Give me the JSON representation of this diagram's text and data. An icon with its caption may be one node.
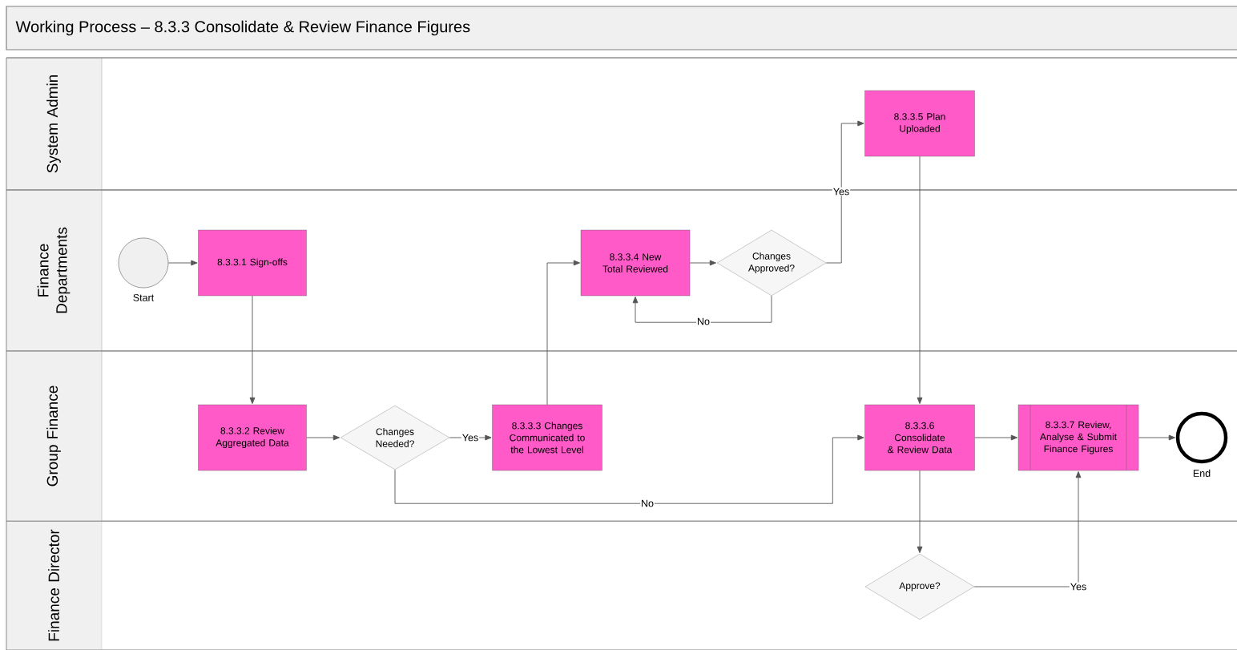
{
  "diagram": {
    "title": "Working Process – 8.3.3 Consolidate & Review Finance Figures",
    "nodes": [
      {
        "text": [
          "System Admin"
        ]
      },
      {
        "text": [
          "Finance Departments"
        ]
      },
      {
        "text": [
          "Group Finance"
        ]
      },
      {
        "text": [
          "Finance Director"
        ]
      },
      {
        "text": [],
        "shape": "circle",
        "beside": [
          "Start"
        ],
        "in": 1
      },
      {
        "text": [
          "8.3.3.1 Sign-offs"
        ],
        "in": 1
      },
      {
        "text": [
          "8.3.3.2 Review Aggregated Data"
        ],
        "in": 2
      },
      {
        "text": [
          "Changes Needed?"
        ],
        "in": 2
      },
      {
        "text": [
          "8.3.3.3 Changes Communicated to the Lowest Level"
        ],
        "in": 2
      },
      {
        "text": [
          "8.3.3.4 New Total Reviewed"
        ],
        "in": 1
      },
      {
        "text": [
          "Changes Approved?"
        ],
        "in": 1
      },
      {
        "text": [
          "8.3.3.5 Plan Uploaded"
        ],
        "in": 0
      },
      {
        "text": [
          "8.3.3.6 Consolidate & Review Data"
        ],
        "in": 2
      },
      {
        "text": [
          "8.3.3.7 Review, Analyse & Submit Finance Figures"
        ],
        "in": 2
      },
      {
        "text": [],
        "shape": "circle",
        "beside": [
          "End"
        ],
        "in": 2
      },
      {
        "text": [
          "Approve?"
        ],
        "in": 3
      }
    ],
    "edges": [
      {
        "from": 4,
        "to": 5,
        "arrow": "to"
      },
      {
        "from": 5,
        "to": 6,
        "arrow": "to"
      },
      {
        "from": 6,
        "to": 7,
        "arrow": "to"
      },
      {
        "from": 7,
        "to": 8,
        "arrow": "to",
        "label": "Yes"
      },
      {
        "from": 8,
        "to": 9,
        "arrow": "to"
      },
      {
        "from": 9,
        "to": 10,
        "arrow": "to"
      },
      {
        "from": 10,
        "to": 9,
        "arrow": "to",
        "label": "No"
      },
      {
        "from": 10,
        "to": 11,
        "arrow": "to",
        "label": "Yes"
      },
      {
        "from": 11,
        "to": 12,
        "arrow": "to"
      },
      {
        "from": 7,
        "to": 12,
        "arrow": "to",
        "label": "No"
      },
      {
        "from": 12,
        "to": 13,
        "arrow": "to"
      },
      {
        "from": 13,
        "to": 14,
        "arrow": "to"
      },
      {
        "from": 12,
        "to": 15,
        "arrow": "to"
      },
      {
        "from": 15,
        "to": 13,
        "arrow": "to",
        "label": "Yes"
      }
    ]
  }
}
